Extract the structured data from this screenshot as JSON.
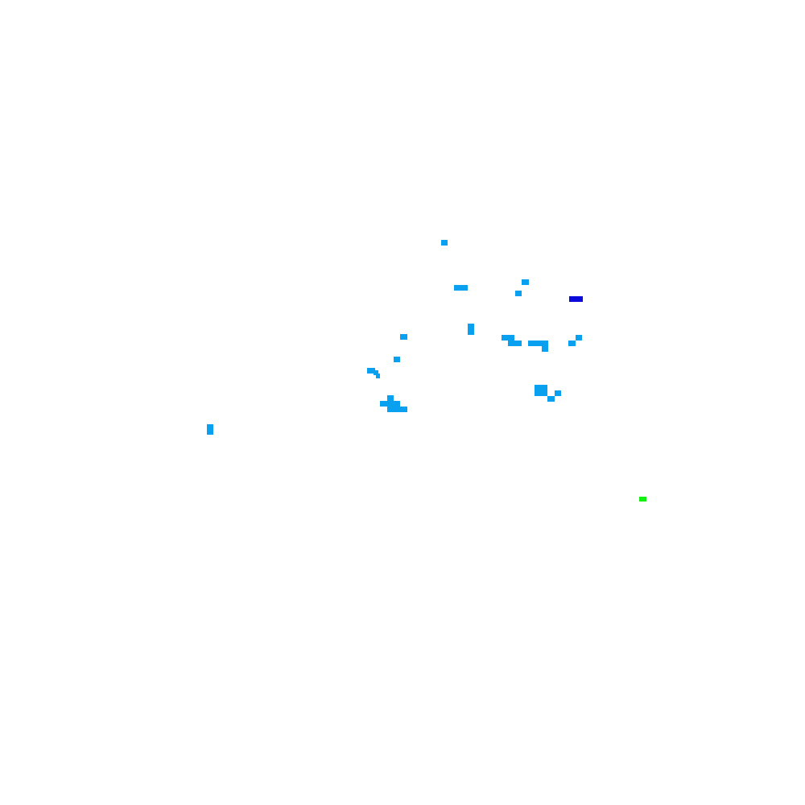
{
  "map": {
    "background_color": "#ffffff",
    "legend": {
      "light_blue": "#0aa0f0",
      "dark_blue": "#0a0adc",
      "green": "#14f014"
    },
    "patches": [
      {
        "id": "patch-01",
        "color_key": "light_blue"
      },
      {
        "id": "patch-02",
        "color_key": "light_blue"
      },
      {
        "id": "patch-03",
        "color_key": "light_blue"
      },
      {
        "id": "patch-04",
        "color_key": "light_blue"
      },
      {
        "id": "patch-05",
        "color_key": "dark_blue"
      },
      {
        "id": "patch-06",
        "color_key": "light_blue"
      },
      {
        "id": "patch-07",
        "color_key": "light_blue"
      },
      {
        "id": "patch-08",
        "color_key": "light_blue"
      },
      {
        "id": "patch-09",
        "color_key": "light_blue"
      },
      {
        "id": "patch-10",
        "color_key": "light_blue"
      },
      {
        "id": "patch-11",
        "color_key": "light_blue"
      },
      {
        "id": "patch-12",
        "color_key": "light_blue"
      },
      {
        "id": "patch-13",
        "color_key": "light_blue"
      },
      {
        "id": "patch-14",
        "color_key": "light_blue"
      },
      {
        "id": "patch-15",
        "color_key": "light_blue"
      },
      {
        "id": "patch-16",
        "color_key": "light_blue"
      },
      {
        "id": "patch-17",
        "color_key": "light_blue"
      },
      {
        "id": "patch-18",
        "color_key": "light_blue"
      },
      {
        "id": "patch-19",
        "color_key": "green"
      }
    ]
  }
}
